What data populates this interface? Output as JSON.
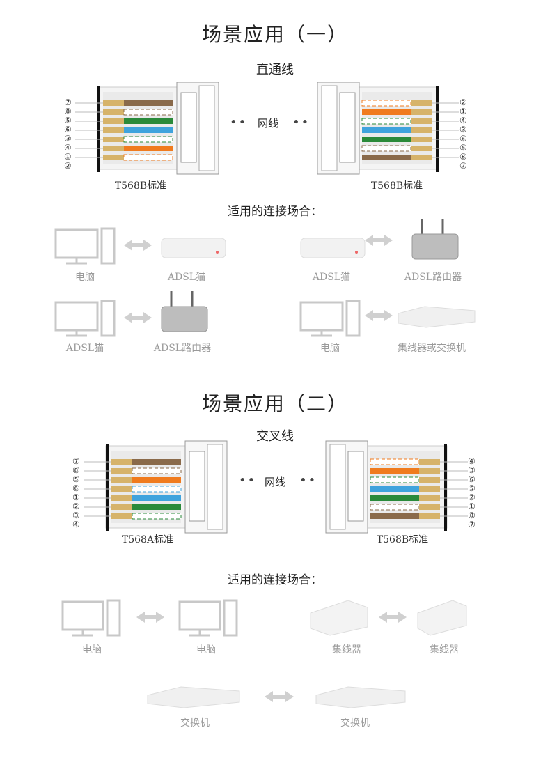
{
  "scene1": {
    "title": "场景应用（一）",
    "cable_type": "直通线",
    "cable_word": "网线",
    "dots": "••",
    "left_standard": "T568B标准",
    "right_standard": "T568B标准",
    "left_pins": [
      "⑦",
      "⑧",
      "⑤",
      "⑥",
      "③",
      "④",
      "①",
      "②"
    ],
    "right_pins": [
      "②",
      "①",
      "④",
      "③",
      "⑥",
      "⑤",
      "⑧",
      "⑦"
    ],
    "usage_title": "适用的连接场合：",
    "pairs": [
      {
        "a": "电脑",
        "b": "ADSL猫"
      },
      {
        "a": "ADSL猫",
        "b": "ADSL路由器"
      },
      {
        "a": "ADSL猫",
        "b": "ADSL路由器"
      },
      {
        "a": "电脑",
        "b": "集线器或交换机"
      }
    ]
  },
  "scene2": {
    "title": "场景应用（二）",
    "cable_type": "交叉线",
    "cable_word": "网线",
    "dots": "••",
    "left_standard": "T568A标准",
    "right_standard": "T568B标准",
    "left_pins": [
      "⑦",
      "⑧",
      "⑤",
      "⑥",
      "①",
      "②",
      "③",
      "④"
    ],
    "right_pins": [
      "④",
      "③",
      "⑥",
      "⑤",
      "②",
      "①",
      "⑧",
      "⑦"
    ],
    "usage_title": "适用的连接场合：",
    "pairs": [
      {
        "a": "电脑",
        "b": "电脑"
      },
      {
        "a": "集线器",
        "b": "集线器"
      },
      {
        "a": "交换机",
        "b": "交换机"
      }
    ]
  },
  "colors": {
    "orange": "#f07b1e",
    "brown": "#8a6a4a",
    "green": "#2a8a3a",
    "blue": "#3fa3dd",
    "gold": "#d6b36a",
    "device": "#cfcfcf",
    "arrow": "#c8c8c8"
  }
}
